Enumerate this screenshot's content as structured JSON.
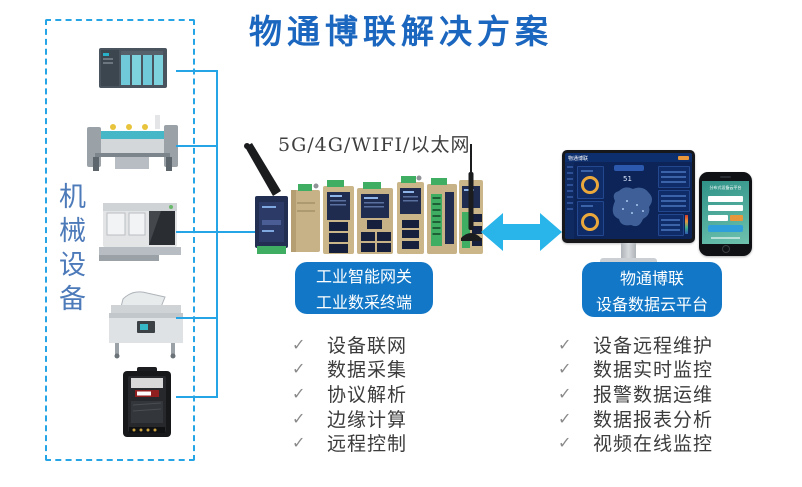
{
  "title": "物通博联解决方案",
  "machines": {
    "vertical_label": "机械设备",
    "items": [
      "plc-controller",
      "weaving-machine",
      "cnc-machine",
      "vacuum-packing-machine",
      "electric-meter"
    ]
  },
  "network_label": "5G/4G/WIFI/以太网",
  "gateway": {
    "label_line1": "工业智能网关",
    "label_line2": "工业数采终端",
    "features": [
      "设备联网",
      "数据采集",
      "协议解析",
      "边缘计算",
      "远程控制"
    ]
  },
  "cloud": {
    "label_line1": "物通博联",
    "label_line2": "设备数据云平台",
    "features": [
      "设备远程维护",
      "数据实时监控",
      "报警数据运维",
      "数据报表分析",
      "视频在线监控"
    ],
    "dashboard": {
      "logo": "物通博联",
      "map_stat": "51"
    },
    "phone": {
      "title": "分布式设备云平台"
    }
  },
  "glyphs": {
    "check": "✓"
  },
  "colors": {
    "title_blue": "#1b66bf",
    "line_cyan": "#25a5e6",
    "arrow_cyan": "#29b5ea",
    "pill_blue": "#1277c6",
    "vertical_label_blue": "#4d7ab9"
  }
}
